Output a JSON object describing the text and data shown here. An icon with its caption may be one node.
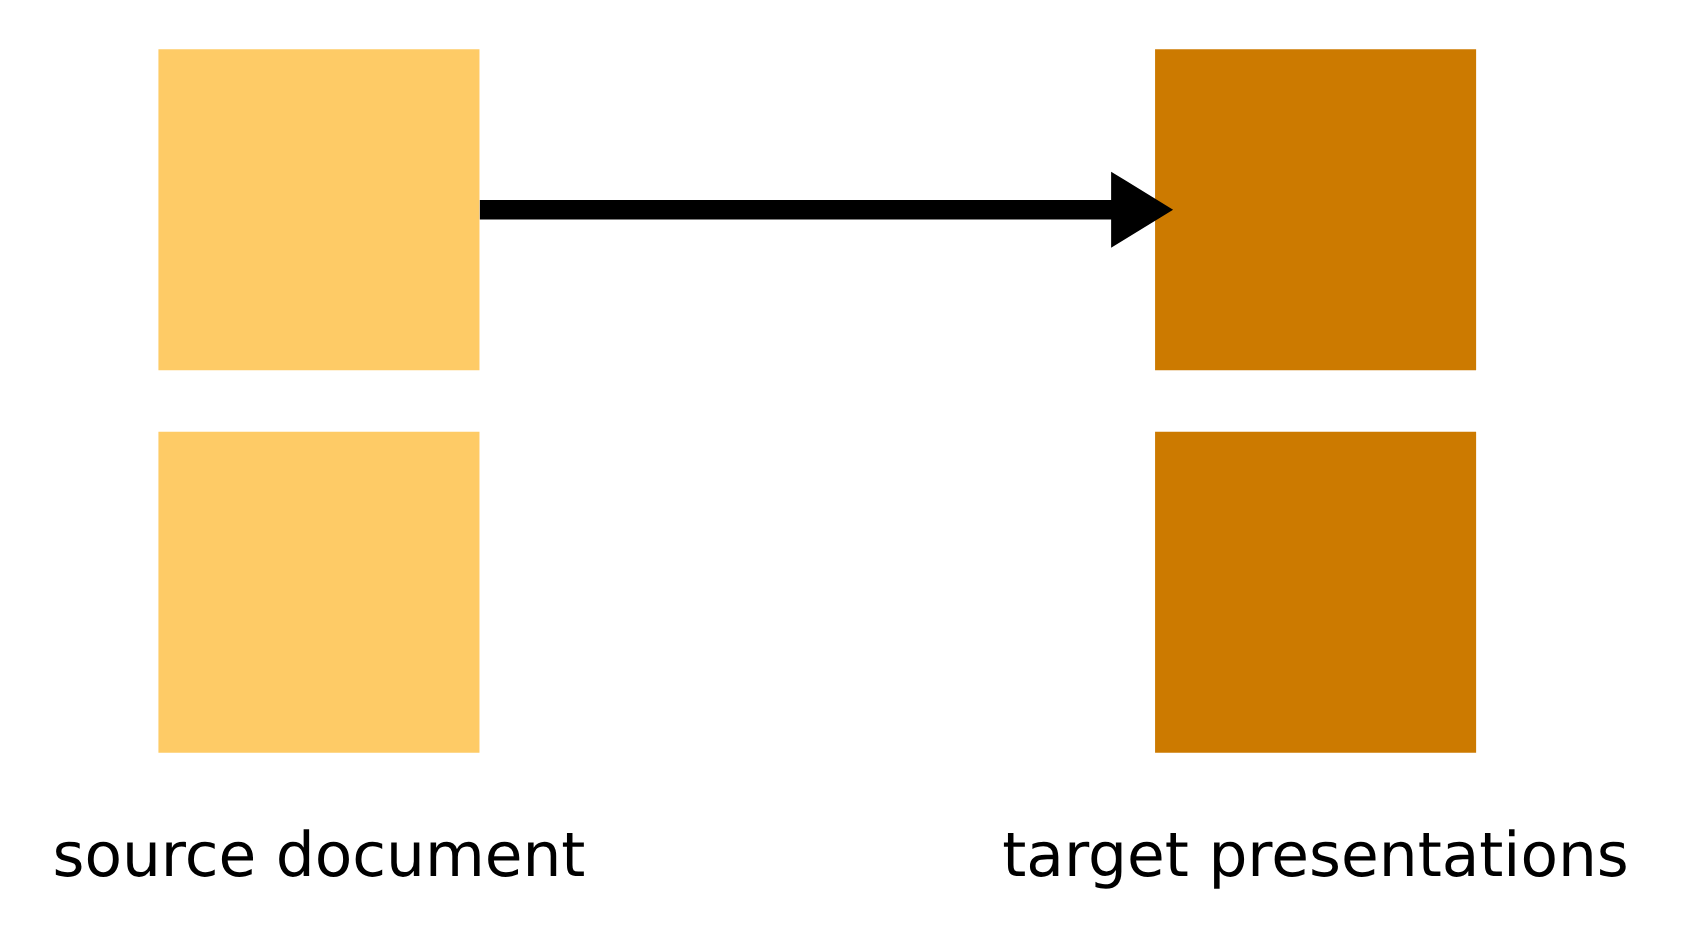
{
  "diagram": {
    "nodes": [
      {
        "text": [],
        "shape": "box"
      },
      {
        "text": [],
        "shape": "box",
        "beside": [
          "source document"
        ]
      },
      {
        "text": [],
        "shape": "box"
      },
      {
        "text": [],
        "shape": "box",
        "beside": [
          "target presentations"
        ]
      }
    ],
    "edges": [
      {
        "from": 0,
        "to": 2,
        "arrow": "to"
      }
    ]
  }
}
